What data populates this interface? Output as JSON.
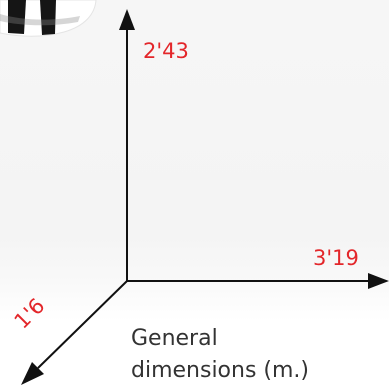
{
  "dimensions": {
    "height": "2'43",
    "width": "3'19",
    "depth": "1'6"
  },
  "caption": {
    "line1": "General",
    "line2": "dimensions (m.)"
  },
  "colors": {
    "label": "#e3262a",
    "axis": "#111111",
    "caption": "#333333"
  },
  "image": {
    "subject": "product-corner-with-black-white-stripes"
  }
}
